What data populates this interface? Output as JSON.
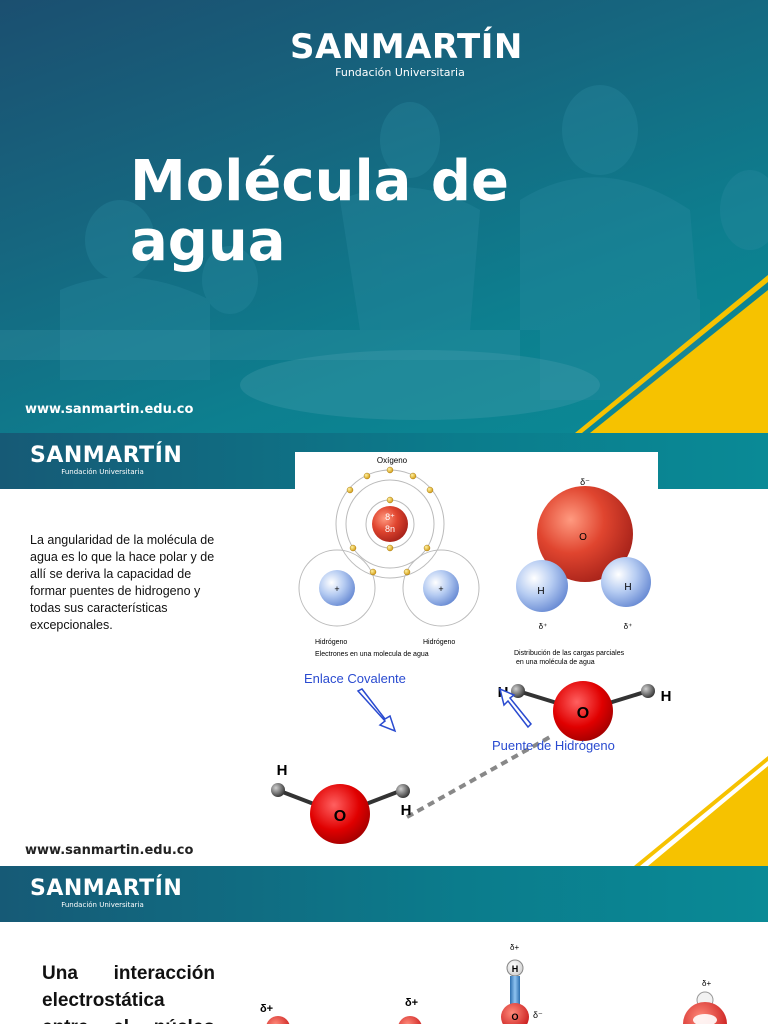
{
  "brand": {
    "name": "SANMARTÍN",
    "subtitle": "Fundación Universitaria",
    "url": "www.sanmartin.edu.co",
    "colors": {
      "teal": "#0b7c8c",
      "navy": "#1b4f70",
      "yellow": "#f6c200",
      "red": "#e0312b"
    }
  },
  "slide1": {
    "title": "Molécula de agua"
  },
  "slide2": {
    "paragraph": "La angularidad de la molécula de agua es lo que la hace polar y de allí se deriva la capacidad de formar puentes de hidrogeno y todas sus características excepcionales.",
    "diagram": {
      "oxygen_label": "Oxígeno",
      "nucleus_top": "8⁺",
      "nucleus_bottom": "8n",
      "plus": "+",
      "hydrogen_left": "Hidrógeno",
      "hydrogen_right": "Hidrógeno",
      "caption_left": "Electrones en una molecula de agua",
      "delta_minus": "δ⁻",
      "delta_plus": "δ⁺",
      "o_label": "O",
      "h_label": "H",
      "caption_right_line1": "Distribución de las cargas parciales",
      "caption_right_line2": "en una molécula de agua"
    },
    "bonds": {
      "covalent_label": "Enlace Covalente",
      "hbond_label": "Puente de Hidrógeno",
      "o_label": "O",
      "h_label": "H"
    }
  },
  "slide3": {
    "paragraph": "Una interacción electrostática entre el núcleo",
    "delta_plus": "δ+",
    "o_label": "O",
    "h_label": "H",
    "delta_minus": "δ⁻"
  }
}
